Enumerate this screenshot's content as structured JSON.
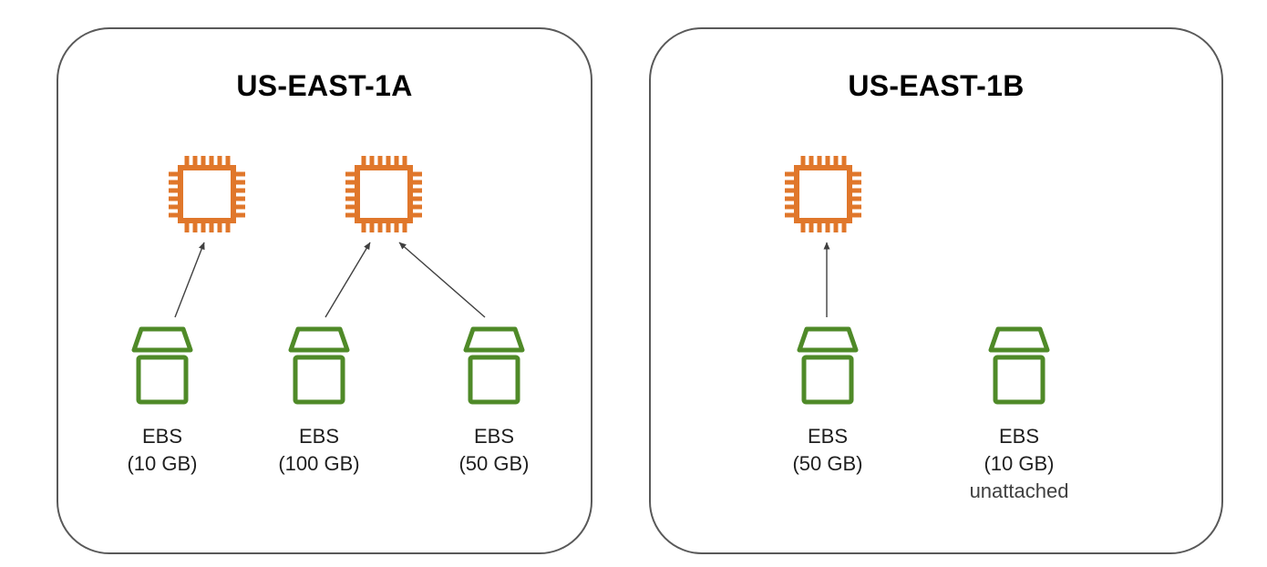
{
  "diagram_type": "aws-ebs-availability-zones",
  "zones": [
    {
      "title": "US-EAST-1A",
      "instance_count": 2,
      "volumes": [
        {
          "name": "EBS",
          "size": "(10 GB)"
        },
        {
          "name": "EBS",
          "size": "(100 GB)"
        },
        {
          "name": "EBS",
          "size": "(50 GB)"
        }
      ],
      "connections": [
        {
          "from_volume": 0,
          "to_instance": 0
        },
        {
          "from_volume": 1,
          "to_instance": 1
        },
        {
          "from_volume": 2,
          "to_instance": 1
        }
      ]
    },
    {
      "title": "US-EAST-1B",
      "instance_count": 1,
      "volumes": [
        {
          "name": "EBS",
          "size": "(50 GB)"
        },
        {
          "name": "EBS",
          "size": "(10 GB)",
          "status": "unattached"
        }
      ],
      "connections": [
        {
          "from_volume": 0,
          "to_instance": 0
        }
      ]
    }
  ],
  "icons": {
    "instance": "ec2-chip-icon",
    "volume": "ebs-volume-icon"
  },
  "colors": {
    "instance": "#E0772B",
    "volume": "#4F8A28",
    "arrow": "#404040",
    "zone_border": "#595959",
    "text": "#1F1F1F",
    "muted_text": "#404040"
  }
}
